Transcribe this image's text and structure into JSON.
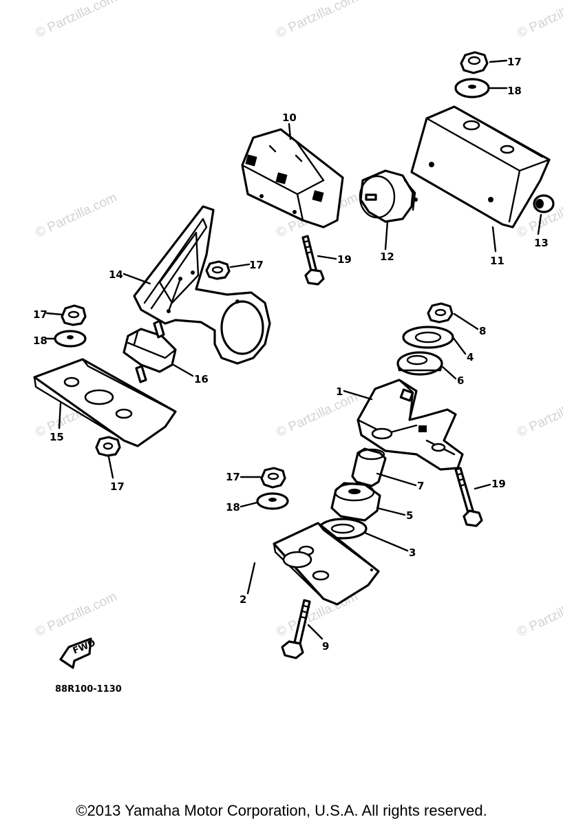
{
  "watermark": "© Partzilla.com",
  "diagram_code": "88R100-1130",
  "fwd_label": "FWD",
  "copyright": "©2013 Yamaha Motor Corporation, U.S.A. All rights reserved.",
  "callouts": {
    "c1": "1",
    "c2": "2",
    "c3": "3",
    "c4": "4",
    "c5": "5",
    "c6": "6",
    "c7": "7",
    "c8": "8",
    "c9": "9",
    "c10": "10",
    "c11": "11",
    "c12": "12",
    "c13": "13",
    "c14": "14",
    "c15": "15",
    "c16": "16",
    "c17a": "17",
    "c17b": "17",
    "c17c": "17",
    "c17d": "17",
    "c17e": "17",
    "c18a": "18",
    "c18b": "18",
    "c18c": "18",
    "c19a": "19",
    "c19b": "19"
  }
}
